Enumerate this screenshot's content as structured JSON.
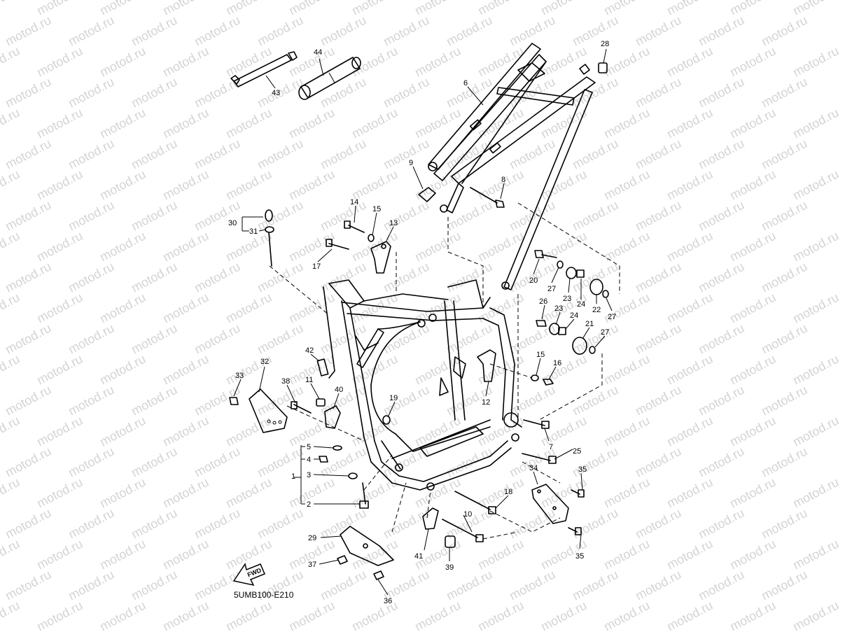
{
  "watermark_text": "motod.ru",
  "diagram_code": "5UMB100-E210",
  "fwd_label": "FWD",
  "callouts": [
    "1",
    "2",
    "3",
    "4",
    "5",
    "6",
    "7",
    "8",
    "9",
    "10",
    "11",
    "12",
    "13",
    "14",
    "15",
    "15",
    "16",
    "17",
    "18",
    "19",
    "20",
    "21",
    "22",
    "23",
    "23",
    "24",
    "24",
    "25",
    "26",
    "27",
    "27",
    "27",
    "28",
    "29",
    "30",
    "31",
    "32",
    "33",
    "34",
    "35",
    "35",
    "36",
    "37",
    "38",
    "39",
    "40",
    "41",
    "42",
    "43",
    "44"
  ]
}
